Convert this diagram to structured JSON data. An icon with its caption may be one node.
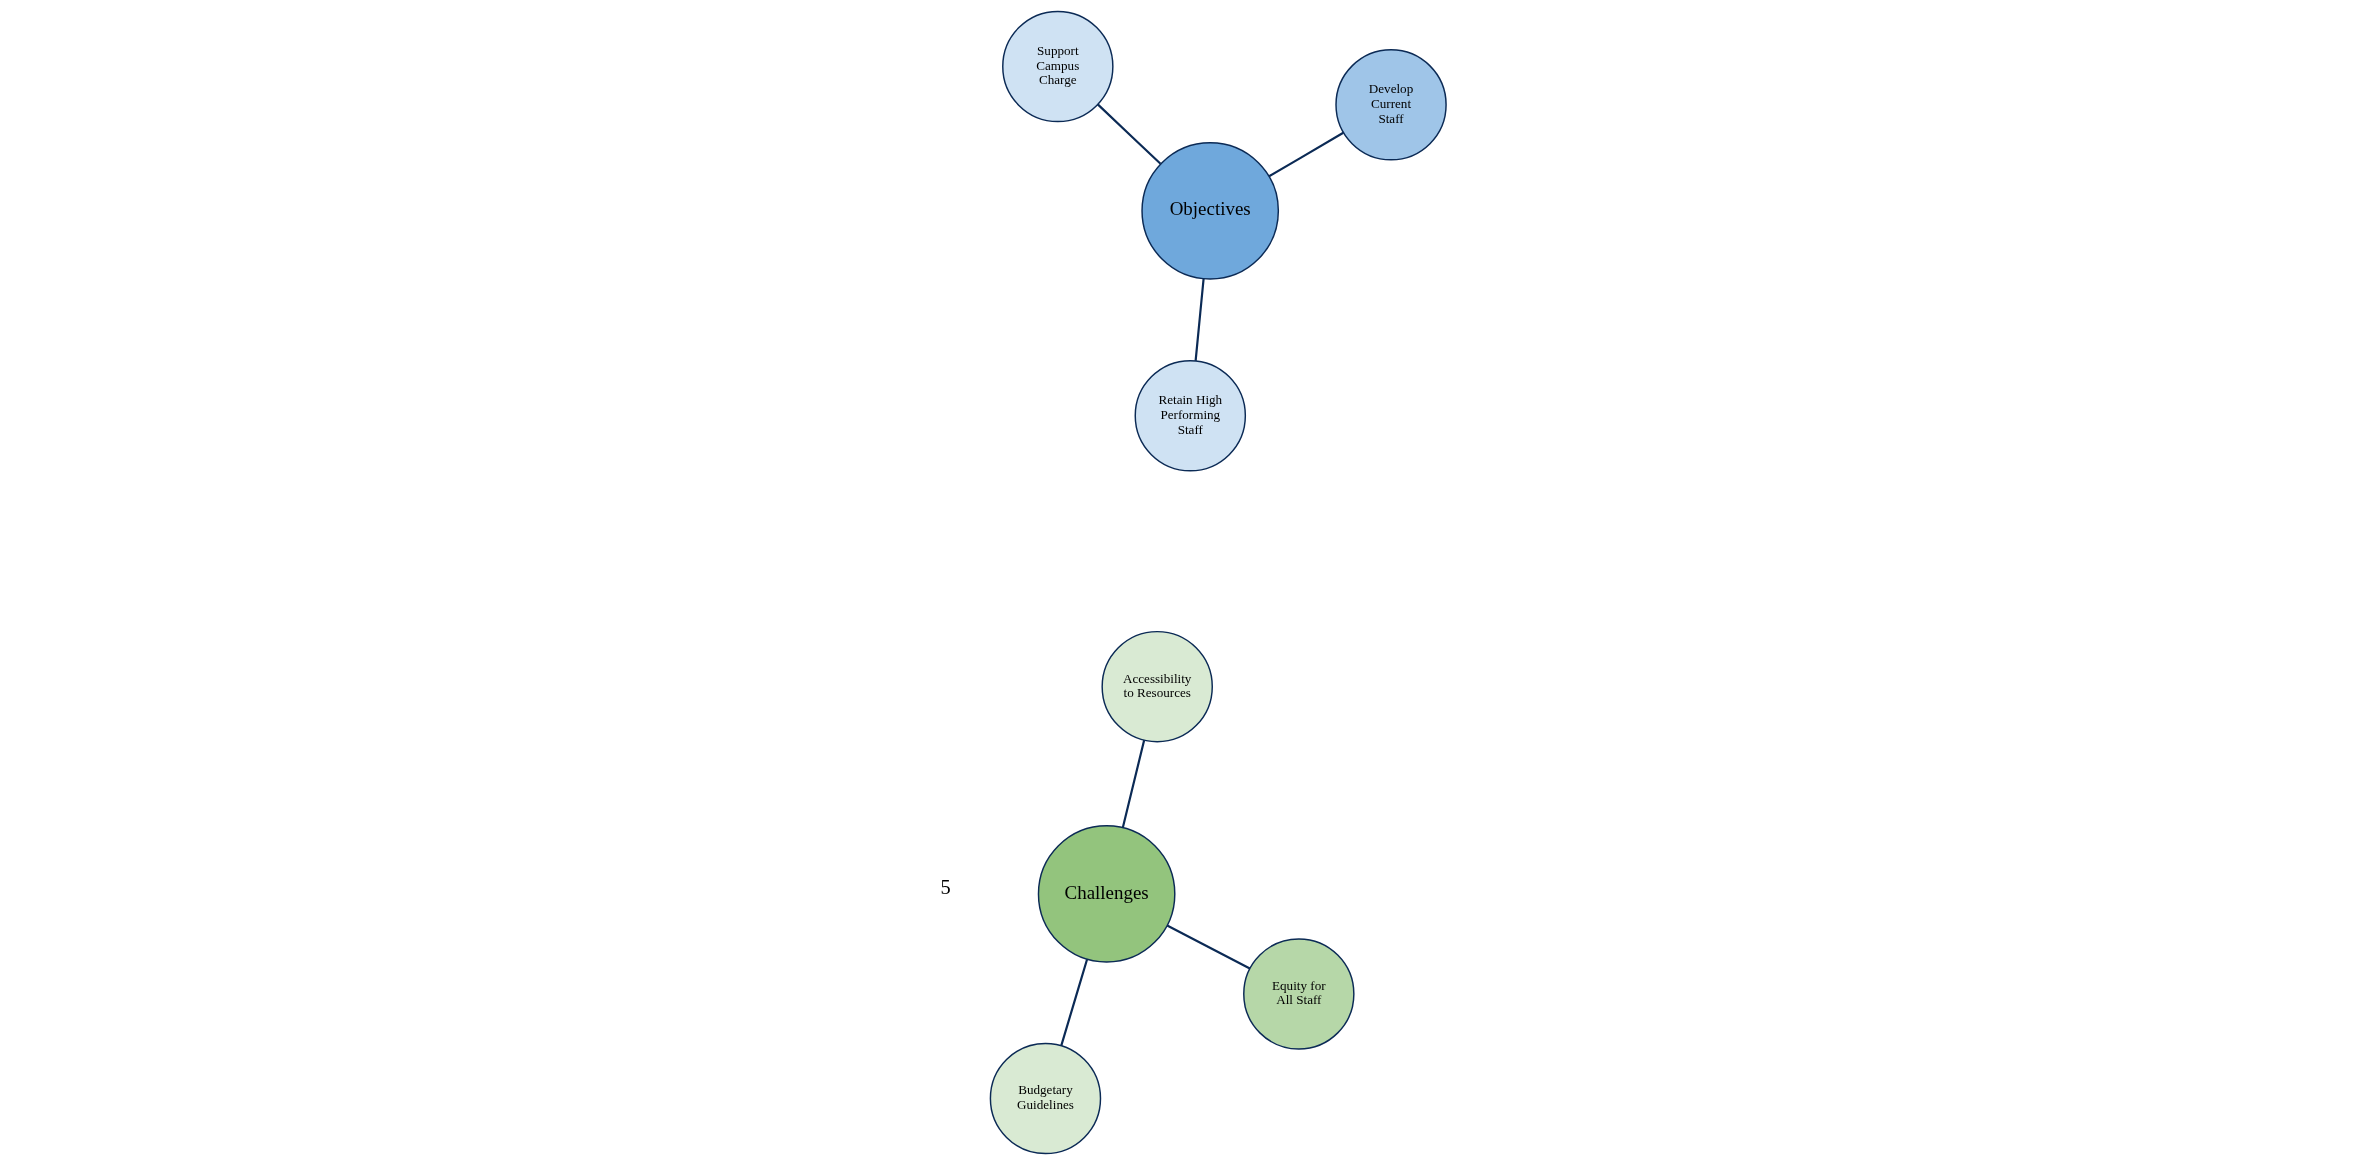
{
  "diagram": {
    "nodes": [
      {
        "text": [
          "Objectives"
        ]
      },
      {
        "text": [
          "Retain High Performing Staff"
        ]
      },
      {
        "text": [
          "Equity for All Staff"
        ]
      },
      {
        "text": [
          "Accessibility to Resources"
        ]
      },
      {
        "text": [
          "Develop Current Staff"
        ]
      },
      {
        "text": [
          "Support Campus Charge"
        ]
      },
      {
        "text": [
          "Budgetary Guidelines"
        ]
      },
      {
        "text": [
          "Challenges"
        ]
      }
    ],
    "edges": [
      {
        "from": 0,
        "to": 1,
        "arrow": "none"
      },
      {
        "from": 0,
        "to": 4,
        "arrow": "none"
      },
      {
        "from": 0,
        "to": 5,
        "arrow": "none"
      },
      {
        "from": 7,
        "to": 2,
        "arrow": "none"
      },
      {
        "from": 7,
        "to": 3,
        "arrow": "none"
      },
      {
        "from": 7,
        "to": 6,
        "arrow": "none"
      }
    ],
    "labels": [
      "5"
    ]
  }
}
